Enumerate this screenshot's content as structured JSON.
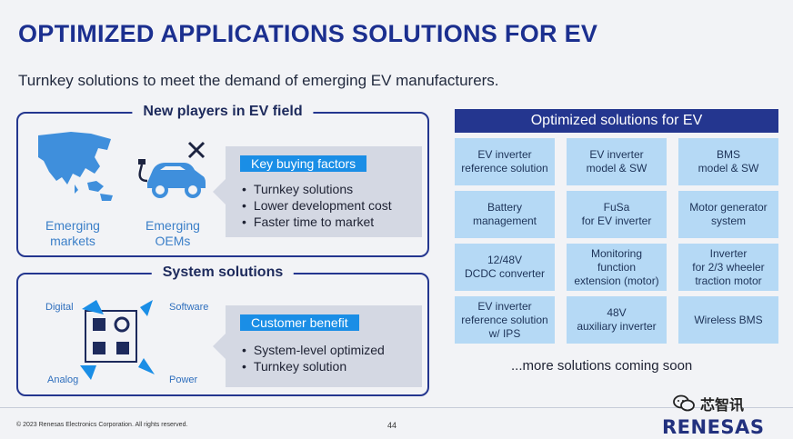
{
  "title": "OPTIMIZED APPLICATIONS SOLUTIONS FOR EV",
  "subtitle": "Turnkey solutions to meet the demand of emerging EV manufacturers.",
  "new_players": {
    "heading": "New players in EV field",
    "markets_label_1": "Emerging",
    "markets_label_2": "markets",
    "oems_label_1": "Emerging",
    "oems_label_2": "OEMs",
    "tag": "Key buying factors",
    "bullets": [
      "Turnkey solutions",
      "Lower development cost",
      "Faster time to market"
    ]
  },
  "system": {
    "heading": "System solutions",
    "labels": {
      "digital": "Digital",
      "software": "Software",
      "analog": "Analog",
      "power": "Power"
    },
    "tag": "Customer benefit",
    "bullets": [
      "System-level optimized",
      "Turnkey solution"
    ]
  },
  "solutions": {
    "header": "Optimized solutions for EV",
    "cells": [
      "EV inverter\nreference solution",
      "EV inverter\nmodel & SW",
      "BMS\nmodel & SW",
      "Battery\nmanagement",
      "FuSa\nfor EV inverter",
      "Motor generator\nsystem",
      "12/48V\nDCDC converter",
      "Monitoring\nfunction\nextension (motor)",
      "Inverter\nfor 2/3 wheeler\ntraction motor",
      "EV inverter\nreference solution\nw/ IPS",
      "48V\nauxiliary inverter",
      "Wireless BMS"
    ],
    "more": "...more solutions coming soon"
  },
  "footer": {
    "copyright": "© 2023 Renesas Electronics Corporation. All rights reserved.",
    "page": "44",
    "wechat": "芯智讯",
    "logo": "RENESAS"
  },
  "colors": {
    "brand": "#24368f",
    "accent": "#1a8ee6",
    "cell": "#b5d9f5"
  }
}
